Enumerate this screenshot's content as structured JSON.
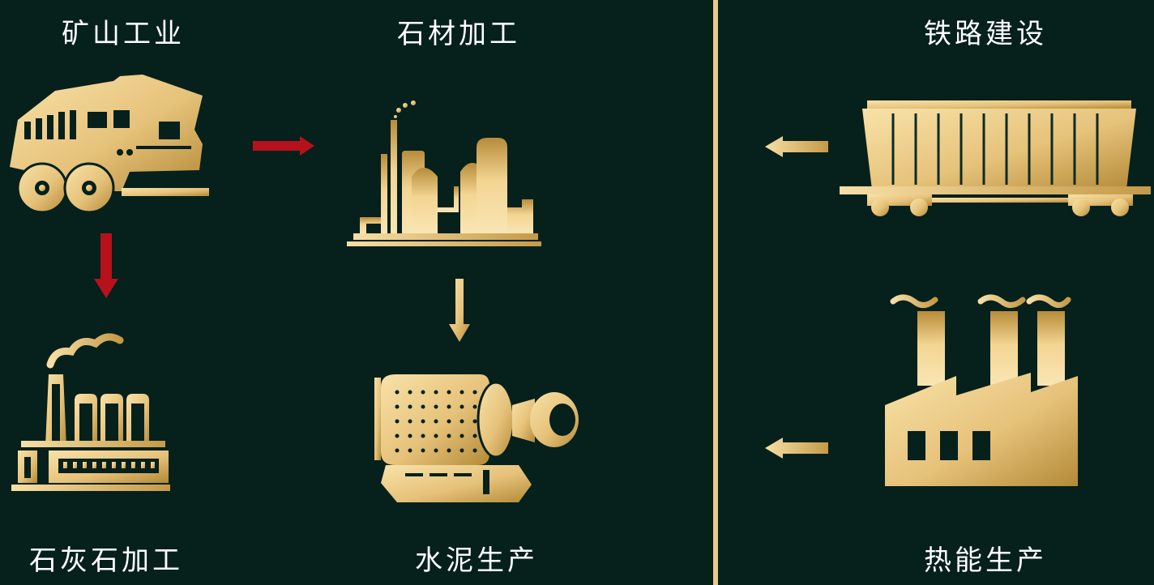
{
  "colors": {
    "background": "#06201c",
    "gold_light": "#f6dca0",
    "gold_dark": "#b8923d",
    "arrow_red": "#b5121b",
    "divider": "#e9c98c",
    "text": "#ffffff"
  },
  "labels": {
    "mining": "矿山工业",
    "stone_processing": "石材加工",
    "railway": "铁路建设",
    "limestone": "石灰石加工",
    "cement": "水泥生产",
    "thermal": "热能生产"
  },
  "icons": {
    "mining": "mining-truck-icon",
    "stone_processing": "processing-plant-icon",
    "railway": "railway-hopper-car-icon",
    "limestone": "lime-kiln-factory-icon",
    "cement": "ball-mill-icon",
    "thermal": "thermal-power-factory-icon"
  }
}
